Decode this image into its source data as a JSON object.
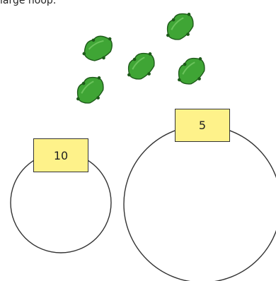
{
  "caption": "large hoop.",
  "hoops": [
    {
      "size": "small",
      "label": "10"
    },
    {
      "size": "large",
      "label": "5"
    }
  ],
  "beanbags": {
    "count": 5,
    "fill_color": "#3fa535",
    "outline_color": "#1e5a1a"
  },
  "colors": {
    "label_fill": "#fef28a",
    "hoop_stroke": "#333333"
  }
}
